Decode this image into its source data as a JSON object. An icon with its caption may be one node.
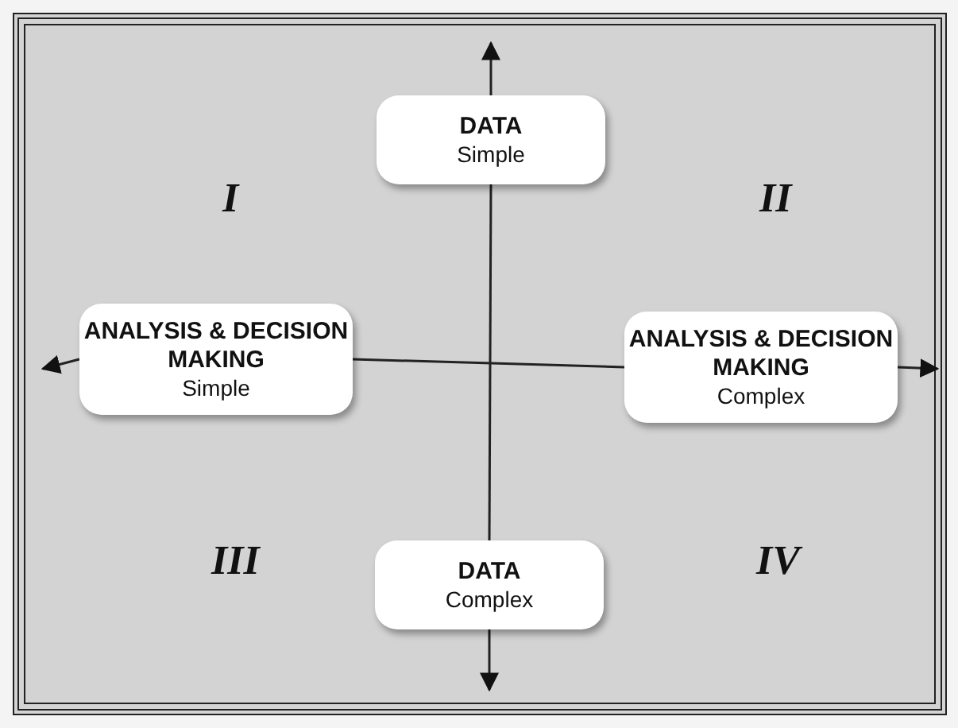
{
  "diagram": {
    "nodes": [
      {
        "text": [
          "DATA",
          "Simple"
        ]
      },
      {
        "text": [
          "ANALYSIS & DECISION MAKING",
          "Simple"
        ]
      },
      {
        "text": [
          "ANALYSIS & DECISION MAKING",
          "Complex"
        ]
      },
      {
        "text": [
          "DATA",
          "Complex"
        ]
      }
    ],
    "edges": [
      {
        "from": 0,
        "to": null,
        "arrow": "to"
      },
      {
        "from": 0,
        "to": 3,
        "arrow": "none"
      },
      {
        "from": 3,
        "to": null,
        "arrow": "to"
      },
      {
        "from": 1,
        "to": null,
        "arrow": "to"
      },
      {
        "from": 1,
        "to": 2,
        "arrow": "none"
      },
      {
        "from": 2,
        "to": null,
        "arrow": "to"
      }
    ],
    "labels": [
      "I",
      "II",
      "III",
      "IV"
    ]
  }
}
